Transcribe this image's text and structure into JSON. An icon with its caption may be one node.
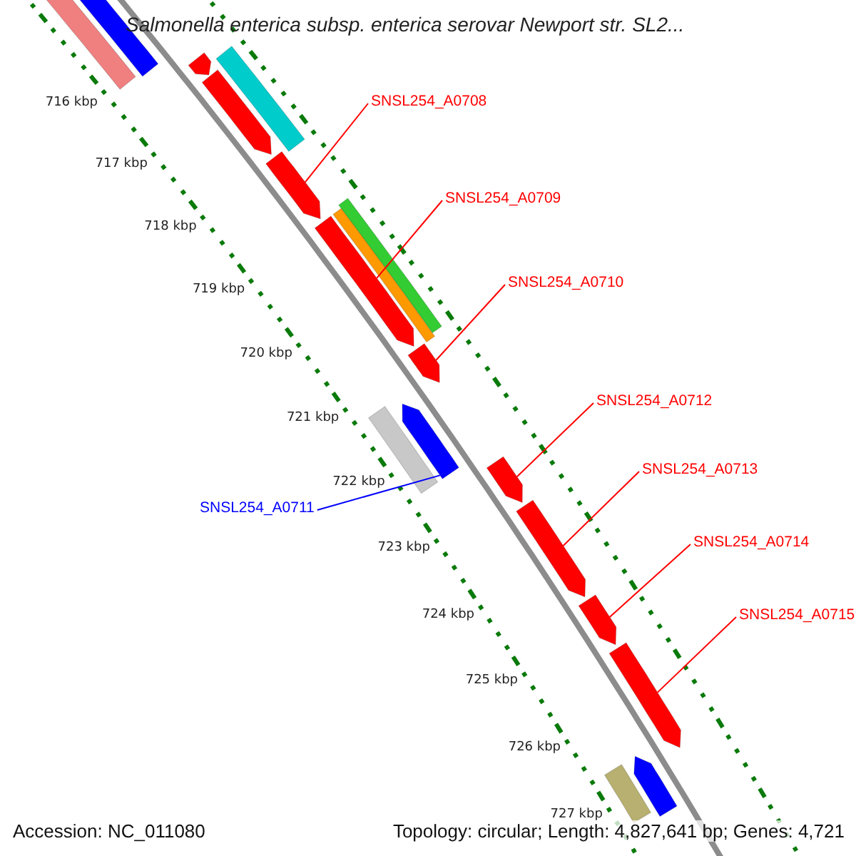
{
  "diagram": {
    "title": "Salmonella enterica subsp. enterica serovar Newport str. SL2...",
    "nodes": [
      {
        "text": [
          "SNSL254_A0708"
        ]
      },
      {
        "text": [
          "SNSL254_A0709"
        ]
      },
      {
        "text": [
          "SNSL254_A0710"
        ]
      },
      {
        "text": [
          "SNSL254_A0712"
        ]
      },
      {
        "text": [
          "SNSL254_A0713"
        ]
      },
      {
        "text": [
          "SNSL254_A0711"
        ]
      },
      {
        "text": [
          "SNSL254_A0714"
        ]
      },
      {
        "text": [
          "SNSL254_A0715"
        ]
      },
      {
        "text": [],
        "shape": "bar"
      },
      {
        "text": [],
        "shape": "bar"
      },
      {
        "text": [],
        "shape": "bar"
      },
      {
        "text": [],
        "shape": "bar"
      },
      {
        "text": [],
        "shape": "bar"
      },
      {
        "text": [],
        "shape": "bar"
      },
      {
        "text": [],
        "shape": "bar"
      },
      {
        "text": [],
        "shape": "bar"
      },
      {
        "text": [],
        "shape": "bar"
      },
      {
        "text": [],
        "shape": "bar"
      },
      {
        "text": [],
        "shape": "bar"
      },
      {
        "text": [],
        "shape": "bar"
      },
      {
        "text": [],
        "shape": "bar"
      },
      {
        "text": [],
        "shape": "bar"
      },
      {
        "text": [],
        "shape": "bar"
      },
      {
        "text": [],
        "shape": "bar"
      },
      {
        "text": [],
        "shape": "bar"
      },
      {
        "text": [],
        "shape": "bar"
      }
    ],
    "edges": [
      {
        "from": 0,
        "to": 13,
        "arrow": "none"
      },
      {
        "from": 1,
        "to": 16,
        "arrow": "none"
      },
      {
        "from": 2,
        "to": 17,
        "arrow": "none"
      },
      {
        "from": 3,
        "to": 20,
        "arrow": "none"
      },
      {
        "from": 4,
        "to": 21,
        "arrow": "none"
      },
      {
        "from": 5,
        "to": 19,
        "arrow": "none",
        "color": "#0000ff"
      },
      {
        "from": 6,
        "to": 22,
        "arrow": "none"
      },
      {
        "from": 7,
        "to": 23,
        "arrow": "none"
      }
    ],
    "labels": [
      "716 kbp",
      "717 kbp",
      "718 kbp",
      "719 kbp",
      "720 kbp",
      "721 kbp",
      "722 kbp",
      "723 kbp",
      "724 kbp",
      "725 kbp",
      "726 kbp",
      "727 kbp",
      "Accession: NC_011080",
      "Topology: circular; Length: 4,827,641 bp; Genes: 4,721"
    ]
  }
}
